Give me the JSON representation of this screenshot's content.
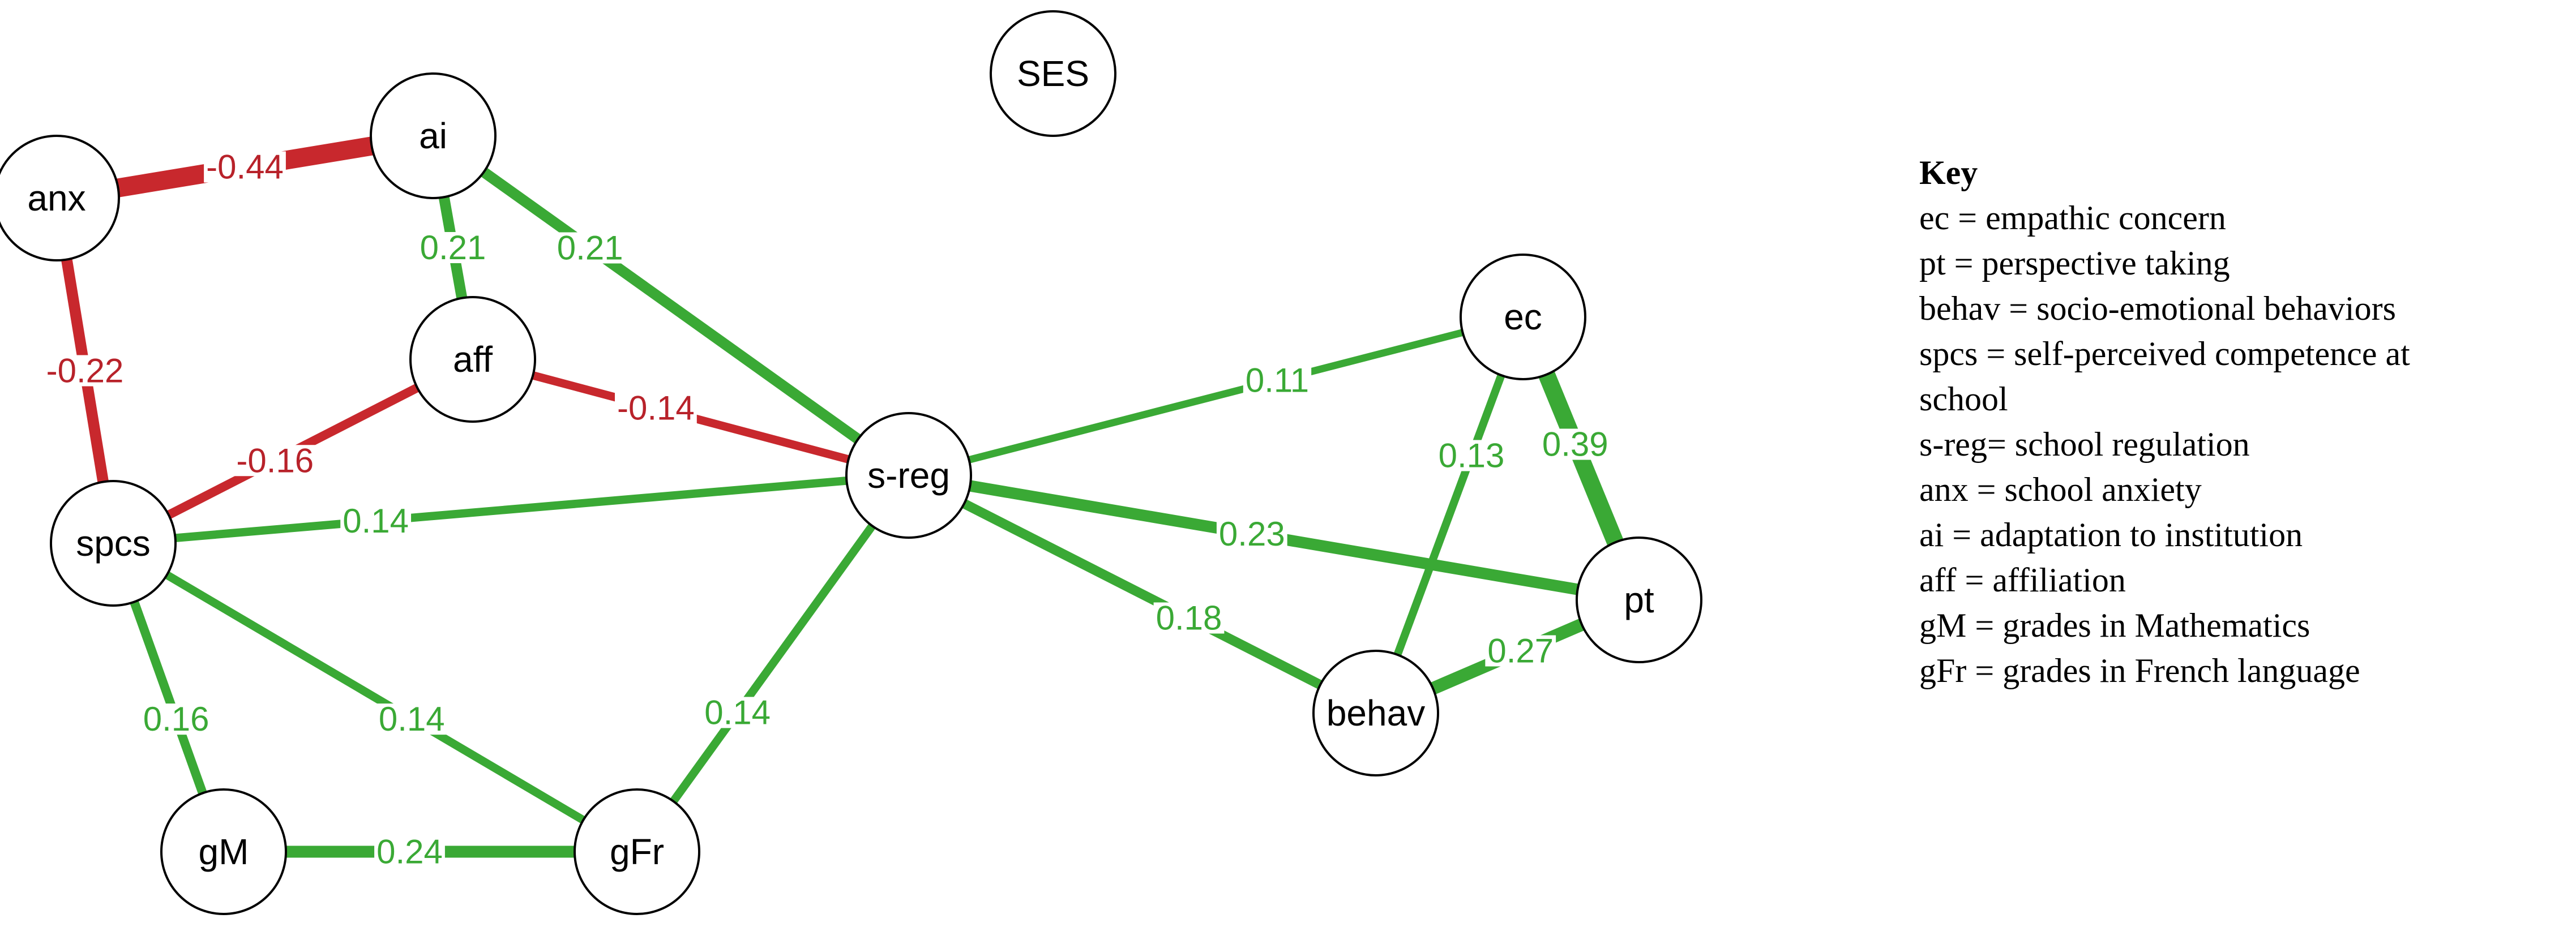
{
  "nodes": [
    {
      "id": "SES",
      "label": "SES"
    },
    {
      "id": "ai",
      "label": "ai"
    },
    {
      "id": "anx",
      "label": "anx"
    },
    {
      "id": "aff",
      "label": "aff"
    },
    {
      "id": "spcs",
      "label": "spcs"
    },
    {
      "id": "s-reg",
      "label": "s-reg"
    },
    {
      "id": "ec",
      "label": "ec"
    },
    {
      "id": "pt",
      "label": "pt"
    },
    {
      "id": "behav",
      "label": "behav"
    },
    {
      "id": "gM",
      "label": "gM"
    },
    {
      "id": "gFr",
      "label": "gFr"
    }
  ],
  "edges": [
    {
      "source": "anx",
      "target": "ai",
      "weight": "-0.44",
      "sign": "negative"
    },
    {
      "source": "ai",
      "target": "aff",
      "weight": "0.21",
      "sign": "positive"
    },
    {
      "source": "ai",
      "target": "s-reg",
      "weight": "0.21",
      "sign": "positive"
    },
    {
      "source": "anx",
      "target": "spcs",
      "weight": "-0.22",
      "sign": "negative"
    },
    {
      "source": "aff",
      "target": "spcs",
      "weight": "-0.16",
      "sign": "negative"
    },
    {
      "source": "aff",
      "target": "s-reg",
      "weight": "-0.14",
      "sign": "negative"
    },
    {
      "source": "spcs",
      "target": "s-reg",
      "weight": "0.14",
      "sign": "positive"
    },
    {
      "source": "s-reg",
      "target": "ec",
      "weight": "0.11",
      "sign": "positive"
    },
    {
      "source": "s-reg",
      "target": "pt",
      "weight": "0.23",
      "sign": "positive"
    },
    {
      "source": "s-reg",
      "target": "behav",
      "weight": "0.18",
      "sign": "positive"
    },
    {
      "source": "s-reg",
      "target": "gFr",
      "weight": "0.14",
      "sign": "positive"
    },
    {
      "source": "ec",
      "target": "pt",
      "weight": "0.39",
      "sign": "positive"
    },
    {
      "source": "ec",
      "target": "behav",
      "weight": "0.13",
      "sign": "positive"
    },
    {
      "source": "behav",
      "target": "pt",
      "weight": "0.27",
      "sign": "positive"
    },
    {
      "source": "spcs",
      "target": "gM",
      "weight": "0.16",
      "sign": "positive"
    },
    {
      "source": "spcs",
      "target": "gFr",
      "weight": "0.14",
      "sign": "positive"
    },
    {
      "source": "gM",
      "target": "gFr",
      "weight": "0.24",
      "sign": "positive"
    }
  ],
  "colors": {
    "positive_edge": "#3aa935",
    "negative_edge": "#c8282d",
    "positive_label": "#3aa935",
    "negative_label": "#b8222a"
  },
  "key": {
    "title": "Key",
    "lines": [
      "ec = empathic concern",
      "pt = perspective taking",
      "behav = socio-emotional behaviors",
      "spcs = self-perceived competence at",
      "school",
      "s-reg= school regulation",
      "anx = school anxiety",
      "ai = adaptation to institution",
      "aff = affiliation",
      "gM = grades in Mathematics",
      "gFr = grades in French language"
    ]
  }
}
